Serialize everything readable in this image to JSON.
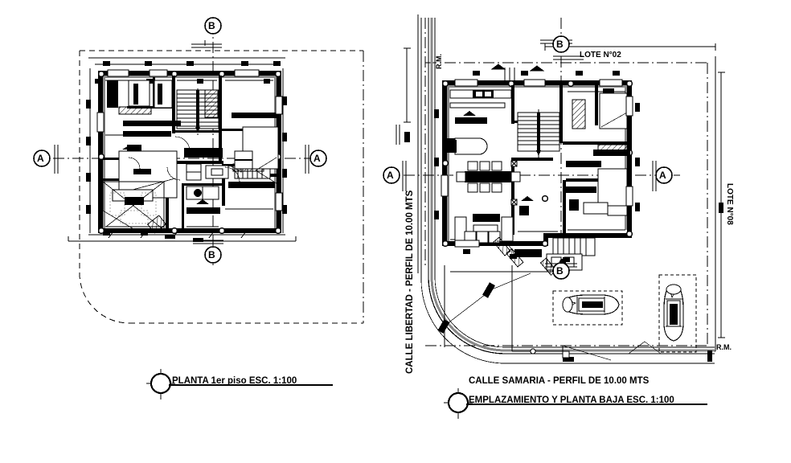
{
  "drawing": {
    "type": "architectural-floor-plan",
    "background_color": "#ffffff",
    "line_color": "#000000",
    "wall_fill": "#000000",
    "hatch_color": "#808080",
    "sheet_width": 984,
    "sheet_height": 576
  },
  "left_plan": {
    "title": "PLANTA 1er piso   ESC. 1:100",
    "scale": "ESC. 1:100",
    "name": "PLANTA 1er piso",
    "section_markers": [
      {
        "letter": "B",
        "position": "top"
      },
      {
        "letter": "A",
        "position": "left"
      },
      {
        "letter": "A",
        "position": "right"
      },
      {
        "letter": "B",
        "position": "bottom"
      }
    ]
  },
  "right_plan": {
    "title_line1": "CALLE SAMARIA -  PERFIL DE 10.00 MTS",
    "title_line2": "EMPLAZAMIENTO Y PLANTA BAJA  ESC. 1:100",
    "scale": "ESC. 1:100",
    "street_left": "CALLE LIBERTAD -  PERFIL DE 10.00 MTS",
    "street_bottom": "CALLE SAMARIA -  PERFIL DE 10.00 MTS",
    "lot_top": "LOTE N°02",
    "lot_right": "LOTE N°08",
    "rm_top_left": "R.M.",
    "rm_bottom_right": "R.M.",
    "section_markers": [
      {
        "letter": "B",
        "position": "top"
      },
      {
        "letter": "A",
        "position": "left"
      },
      {
        "letter": "A",
        "position": "right"
      },
      {
        "letter": "B",
        "position": "bottom"
      }
    ],
    "parking": {
      "cars": 2,
      "car_orientations": [
        "horizontal",
        "vertical"
      ]
    }
  }
}
